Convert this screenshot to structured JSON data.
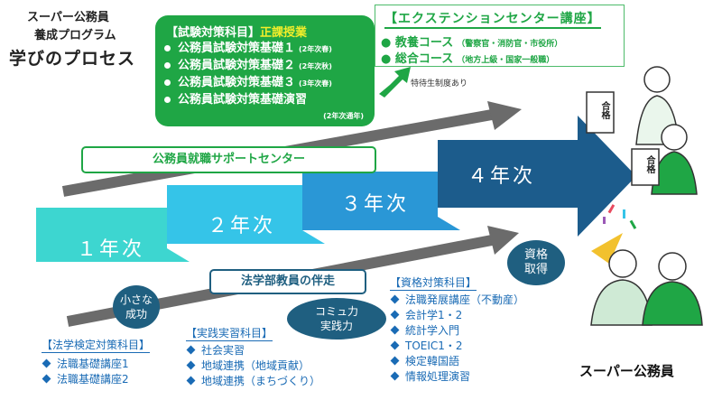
{
  "title": {
    "line1": "スーパー公務員",
    "line2": "養成プログラム",
    "line3": "学びのプロセス"
  },
  "exam_box": {
    "header": "【試験対策科目】",
    "header_accent": "正課授業",
    "items": [
      {
        "label": "公務員試験対策基礎１",
        "note": "(2年次春)"
      },
      {
        "label": "公務員試験対策基礎２",
        "note": "(2年次秋)"
      },
      {
        "label": "公務員試験対策基礎３",
        "note": "(3年次春)"
      },
      {
        "label": "公務員試験対策基礎演習",
        "note": ""
      }
    ],
    "last_note": "(2年次通年)"
  },
  "extension": {
    "header": "【エクステンションセンター講座】",
    "items": [
      {
        "label": "教養コース",
        "note": "（警察官・消防官・市役所）"
      },
      {
        "label": "総合コース",
        "note": "（地方上級・国家一般職）"
      }
    ]
  },
  "scholarship": "特待生制度あり",
  "support_center": "公務員就職サポートセンター",
  "steps": [
    "１年次",
    "２年次",
    "３年次",
    "４年次"
  ],
  "faculty_support": "法学部教員の伴走",
  "milestones": [
    {
      "l1": "小さな",
      "l2": "成功"
    },
    {
      "l1": "コミュ力",
      "l2": "実践力"
    },
    {
      "l1": "資格",
      "l2": "取得"
    }
  ],
  "lists": [
    {
      "header": "【法学検定対策科目】",
      "items": [
        "法職基礎講座1",
        "法職基礎講座2"
      ]
    },
    {
      "header": "【実践実習科目】",
      "items": [
        "社会実習",
        "地域連携（地域貢献）",
        "地域連携（まちづくり）"
      ]
    },
    {
      "header": "【資格対策科目】",
      "items": [
        "法職発展講座（不動産）",
        "会計学1・2",
        "統計学入門",
        "TOEIC1・2",
        "検定韓国語",
        "情報処理演習"
      ]
    }
  ],
  "badge": "合格",
  "goal": "スーパー公務員",
  "colors": {
    "green": "#1fa645",
    "step1": "#3dd6d0",
    "step2": "#35c4e8",
    "step3": "#2a97d6",
    "step4": "#1c5c8c",
    "navy": "#1f5f80",
    "blue": "#1a6bb5"
  }
}
